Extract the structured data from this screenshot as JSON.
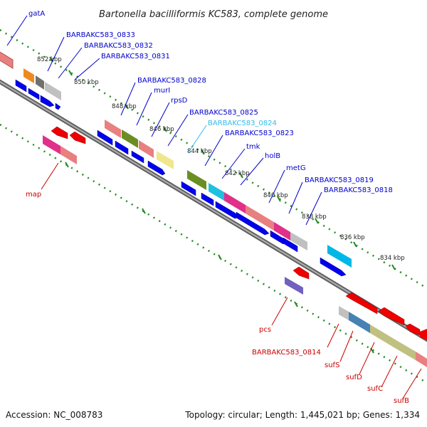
{
  "title": "Bartonella bacilliformis KC583, complete genome",
  "footer": {
    "accession": "Accession: NC_008783",
    "summary": "Topology: circular; Length: 1,445,021 bp; Genes: 1,334"
  },
  "colors": {
    "forward_label": "#0000cc",
    "reverse_label": "#cc0000",
    "highlight_label": "#33bbee",
    "backbone": "#808080",
    "tick": "#228b22"
  },
  "kbp_labels": [
    "852 kbp",
    "850 kbp",
    "848 kbp",
    "846 kbp",
    "844 kbp",
    "842 kbp",
    "840 kbp",
    "838 kbp",
    "836 kbp",
    "834 kbp"
  ],
  "forward_labels": [
    "gatA",
    "BARBAKC583_0833",
    "BARBAKC583_0832",
    "BARBAKC583_0831",
    "BARBAKC583_0828",
    "murI",
    "rpsD",
    "BARBAKC583_0825",
    "BARBAKC583_0824",
    "BARBAKC583_0823",
    "tmk",
    "holB",
    "metG",
    "BARBAKC583_0819",
    "BARBAKC583_0818"
  ],
  "reverse_labels": [
    "map",
    "pcs",
    "BARBAKC583_0814",
    "sufS",
    "sufD",
    "sufC",
    "sufB"
  ]
}
